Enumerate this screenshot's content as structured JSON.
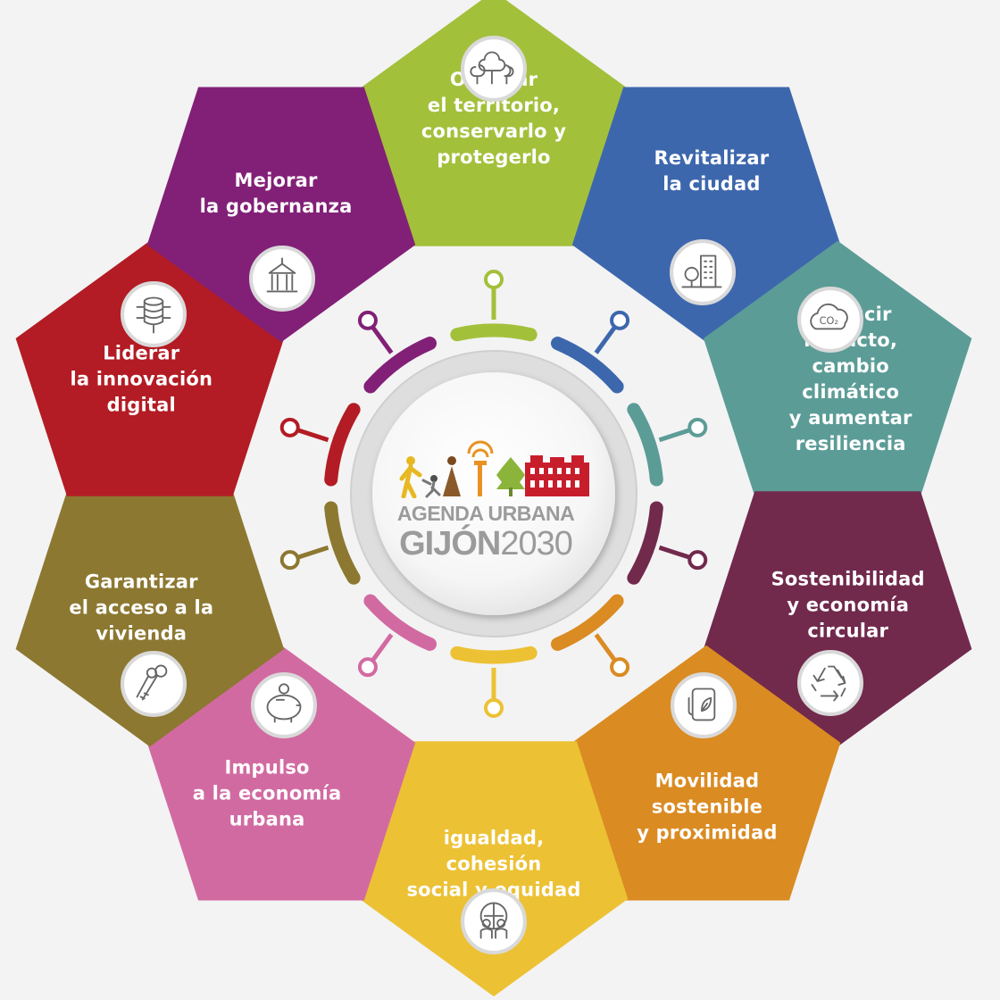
{
  "logo": {
    "line1": "AGENDA URBANA",
    "city": "GIJÓN",
    "year": "2030"
  },
  "items": [
    {
      "label": "Ordenar\nel territorio,\nconservarlo y\nprotegerlo",
      "color": "#a3c03b",
      "icon": "trees-icon"
    },
    {
      "label": "Revitalizar\nla ciudad",
      "color": "#3d67ad",
      "icon": "city-buildings-icon"
    },
    {
      "label": "Reducir impacto,\ncambio climático\ny aumentar\nresiliencia",
      "color": "#5c9c97",
      "icon": "co2-cloud-icon"
    },
    {
      "label": "Sostenibilidad\ny economía\ncircular",
      "color": "#71294c",
      "icon": "recycle-icon"
    },
    {
      "label": "Movilidad\nsostenible\ny proximidad",
      "color": "#da8b22",
      "icon": "charging-station-icon"
    },
    {
      "label": "igualdad,\ncohesión\nsocial y equidad",
      "color": "#ecc134",
      "icon": "people-globe-icon"
    },
    {
      "label": "Impulso\na la economía\nurbana",
      "color": "#d26aa2",
      "icon": "piggy-bank-icon"
    },
    {
      "label": "Garantizar\nel acceso a la\nvivienda",
      "color": "#8c7831",
      "icon": "keys-icon"
    },
    {
      "label": "Liderar\nla innovación\ndigital",
      "color": "#b31c24",
      "icon": "database-icon"
    },
    {
      "label": "Mejorar\nla gobernanza",
      "color": "#822077",
      "icon": "government-building-icon"
    }
  ]
}
